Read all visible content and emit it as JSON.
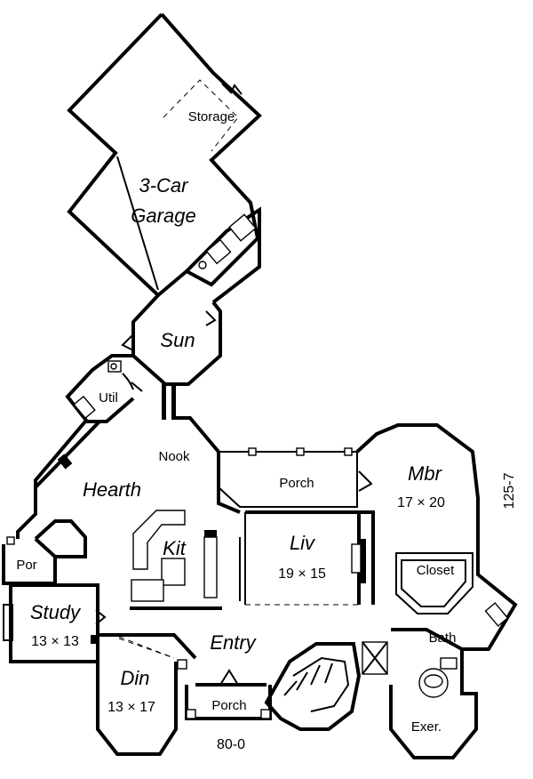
{
  "plan": {
    "rooms": {
      "storage": "Storage",
      "garage_1": "3-Car",
      "garage_2": "Garage",
      "sun": "Sun",
      "util": "Util",
      "nook": "Nook",
      "hearth": "Hearth",
      "porch_rear": "Porch",
      "mbr": "Mbr",
      "mbr_dim": "17 × 20",
      "kit": "Kit",
      "liv": "Liv",
      "liv_dim": "19 × 15",
      "closet": "Closet",
      "por": "Por",
      "study": "Study",
      "study_dim": "13 × 13",
      "entry": "Entry",
      "bath": "Bath",
      "din": "Din",
      "din_dim": "13 × 17",
      "porch_front": "Porch",
      "exer": "Exer."
    },
    "width_dim": "80-0",
    "plan_number": "125-7"
  }
}
